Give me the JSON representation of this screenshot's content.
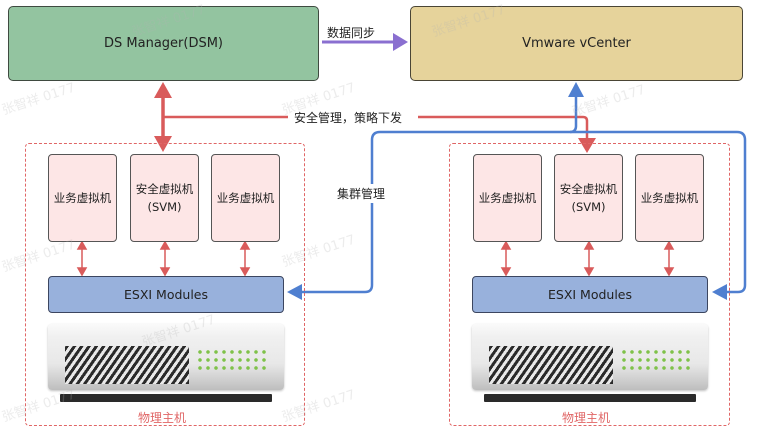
{
  "nodes": {
    "dsm": "DS Manager(DSM)",
    "vcenter": "Vmware vCenter"
  },
  "edges": {
    "data_sync": "数据同步",
    "security_policy": "安全管理，策略下发",
    "cluster_mgmt": "集群管理"
  },
  "hosts": [
    {
      "label": "物理主机",
      "vms": [
        {
          "line1": "业务虚拟机",
          "line2": ""
        },
        {
          "line1": "安全虚拟机",
          "line2": "(SVM)"
        },
        {
          "line1": "业务虚拟机",
          "line2": ""
        }
      ],
      "esxi": "ESXI Modules"
    },
    {
      "label": "物理主机",
      "vms": [
        {
          "line1": "业务虚拟机",
          "line2": ""
        },
        {
          "line1": "安全虚拟机",
          "line2": "(SVM)"
        },
        {
          "line1": "业务虚拟机",
          "line2": ""
        }
      ],
      "esxi": "ESXI Modules"
    }
  ],
  "colors": {
    "dsm_fill": "#93c4a0",
    "vcenter_fill": "#e6d39b",
    "vm_fill": "#fde6e6",
    "esxi_fill": "#98b1dc",
    "sync_arrow": "#8a6fd0",
    "security_arrow": "#d95b5b",
    "cluster_arrow": "#4f7fd0",
    "host_border": "#e06666"
  },
  "watermark": "张智祥 0177"
}
